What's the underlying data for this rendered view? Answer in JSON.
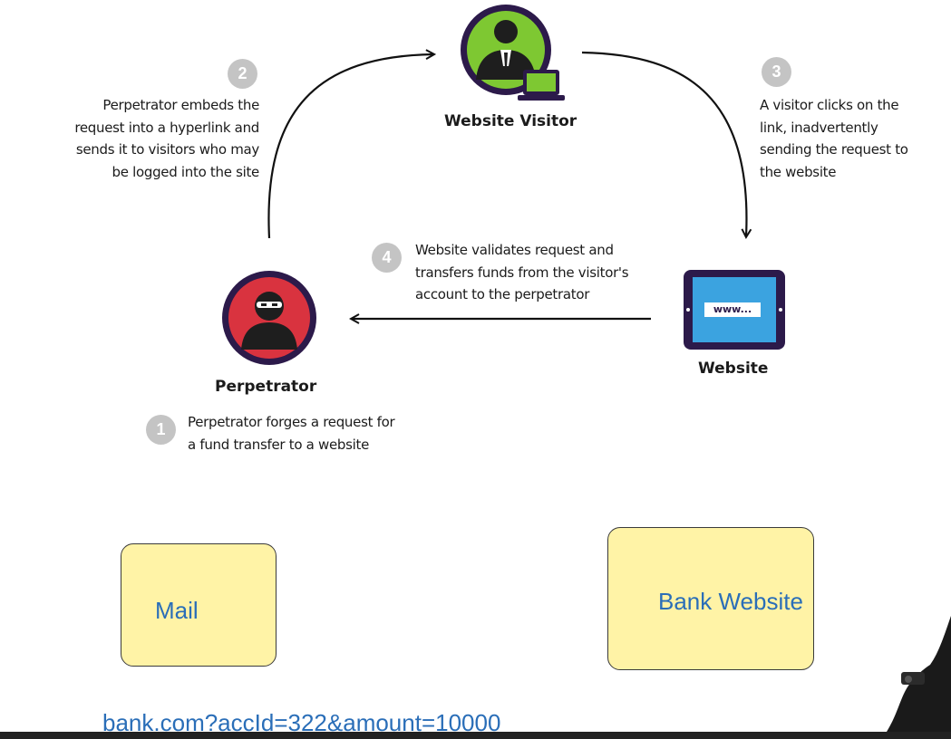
{
  "nodes": {
    "visitor": {
      "label": "Website Visitor"
    },
    "perpetrator": {
      "label": "Perpetrator"
    },
    "website": {
      "label": "Website",
      "screen_text": "www..."
    }
  },
  "steps": [
    {
      "number": "1",
      "lines": [
        "Perpetrator forges a request for",
        "a fund transfer to a website"
      ]
    },
    {
      "number": "2",
      "lines": [
        "Perpetrator embeds the",
        "request into a hyperlink  and",
        "sends it to visitors who may",
        "be logged into the site"
      ]
    },
    {
      "number": "3",
      "lines": [
        "A visitor clicks on the",
        "link, inadvertently",
        "sending the request to",
        "the website"
      ]
    },
    {
      "number": "4",
      "lines": [
        "Website validates request and",
        "transfers funds from the visitor's",
        "account to the  perpetrator"
      ]
    }
  ],
  "sketch": {
    "mail_label": "Mail",
    "bank_label": "Bank Website",
    "url_text": "bank.com?accId=322&amount=10000"
  },
  "colors": {
    "visitor_ring": "#2c1a4a",
    "visitor_fill": "#7ec832",
    "perpetrator_fill": "#d9333f",
    "website_frame": "#2c1a4a",
    "website_screen": "#3ba3e0",
    "sketch_box_fill": "#fff3a6",
    "sketch_text": "#2a6eb8",
    "step_circle": "#c4c4c4"
  }
}
